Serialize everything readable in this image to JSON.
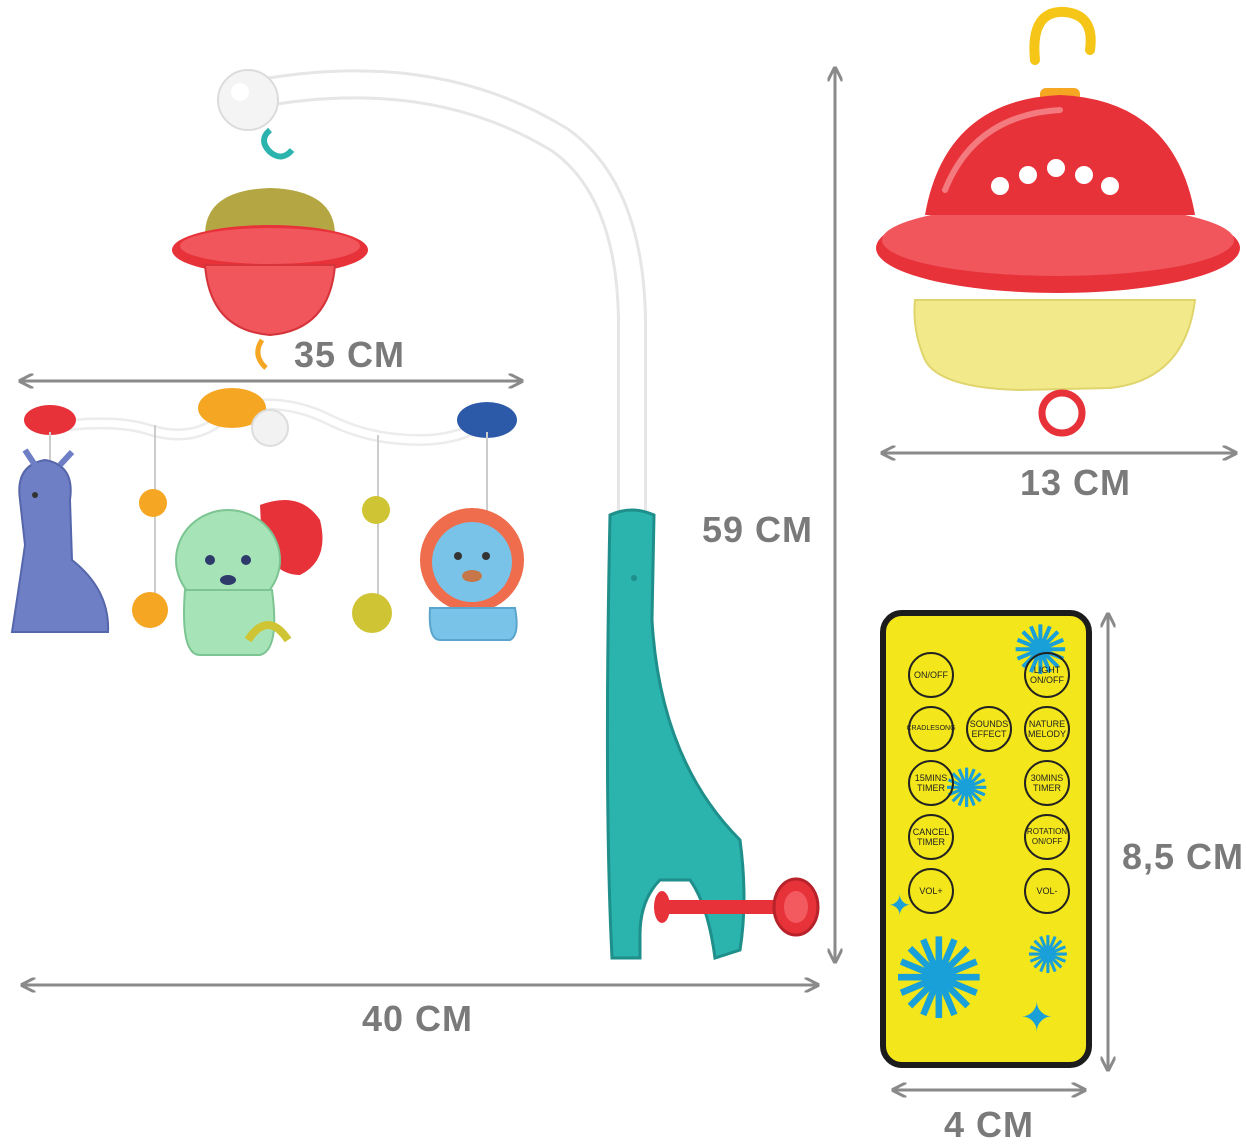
{
  "dimensions": {
    "mobile_arm_width": "35 CM",
    "total_width": "40 CM",
    "total_height": "59 CM",
    "music_box_width": "13 CM",
    "remote_height": "8,5 CM",
    "remote_width": "4 CM"
  },
  "remote": {
    "buttons": [
      {
        "label": "ON/OFF"
      },
      {
        "label": "LIGHT ON/OFF"
      },
      {
        "label": "CRADLESONG"
      },
      {
        "label": "SOUNDS EFFECT"
      },
      {
        "label": "NATURE MELODY"
      },
      {
        "label": "15MINS TIMER"
      },
      {
        "label": "30MINS TIMER"
      },
      {
        "label": "CANCEL TIMER"
      },
      {
        "label": "ROTATION ON/OFF"
      },
      {
        "label": "VOL+"
      },
      {
        "label": "VOL-"
      }
    ]
  },
  "colors": {
    "dimension_gray": "#8a8a8a",
    "music_box_red": "#e8323a",
    "music_box_yellow": "#f2ea8a",
    "clamp_teal": "#2bb3ad",
    "remote_yellow": "#f3e61a",
    "flower_blue": "#1aa0d8"
  }
}
